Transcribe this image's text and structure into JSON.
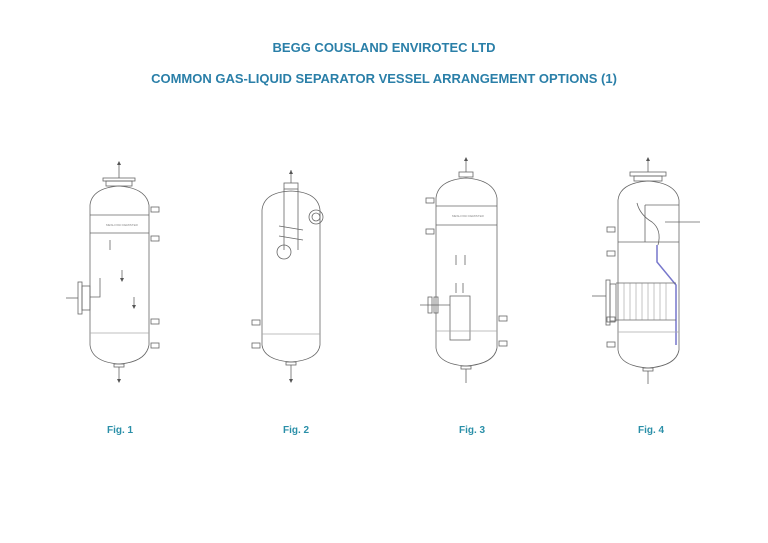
{
  "header": {
    "company": "BEGG COUSLAND ENVIROTEC LTD",
    "title": "COMMON GAS-LIQUID SEPARATOR VESSEL ARRANGEMENT OPTIONS (1)"
  },
  "colors": {
    "title": "#2a7fa8",
    "fig_label": "#2a8fa8",
    "line": "#555555",
    "internal_pipe_fig4": "#7777cc"
  },
  "figures": [
    {
      "label": "Fig. 1",
      "description": "Vertical vessel with side flanged inlet, mesh pad demister near top"
    },
    {
      "label": "Fig. 2",
      "description": "Vertical vessel with tangential circular inlet and central pipe"
    },
    {
      "label": "Fig. 3",
      "description": "Vertical vessel with side inlet into inlet box / calming chamber"
    },
    {
      "label": "Fig. 4",
      "description": "Vertical vessel with distributor inlet vane, internal downcomer pipe"
    }
  ]
}
